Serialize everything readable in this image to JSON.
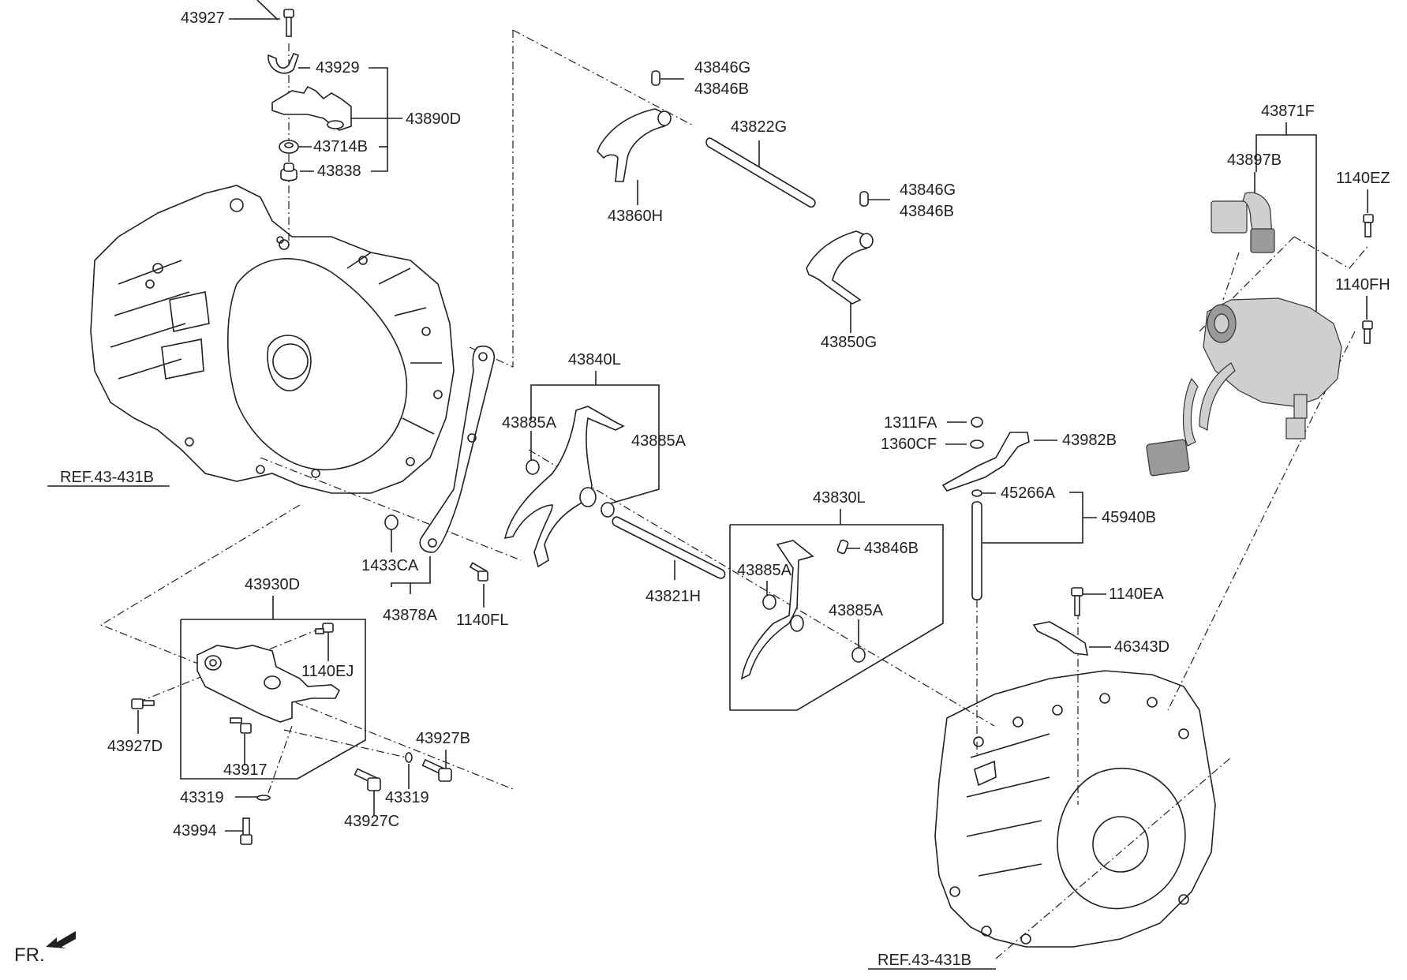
{
  "diagram": {
    "title": "Transaxle gear shift control parts",
    "ref_labels": {
      "case_left": "REF.43-431B",
      "case_right": "REF.43-431B"
    },
    "front_indicator": "FR.",
    "parts": {
      "p43927": "43927",
      "p43929": "43929",
      "p43890D": "43890D",
      "p43714B": "43714B",
      "p43838": "43838",
      "p43846G_1": "43846G",
      "p43846B_1": "43846B",
      "p43822G": "43822G",
      "p43860H": "43860H",
      "p43846G_2": "43846G",
      "p43846B_2": "43846B",
      "p43850G": "43850G",
      "p43871F": "43871F",
      "p43897B": "43897B",
      "p1140EZ": "1140EZ",
      "p1140FH": "1140FH",
      "p43840L": "43840L",
      "p43885A_1": "43885A",
      "p43885A_2": "43885A",
      "p1311FA": "1311FA",
      "p1360CF": "1360CF",
      "p43982B": "43982B",
      "p45266A": "45266A",
      "p45940B": "45940B",
      "p43830L": "43830L",
      "p43846B_3": "43846B",
      "p43885A_3": "43885A",
      "p43885A_4": "43885A",
      "p43821H": "43821H",
      "p1433CA": "1433CA",
      "p43878A": "43878A",
      "p1140FL": "1140FL",
      "p43930D": "43930D",
      "p1140EJ": "1140EJ",
      "p43927D": "43927D",
      "p43917": "43917",
      "p43927B": "43927B",
      "p43319_1": "43319",
      "p43319_2": "43319",
      "p43927C": "43927C",
      "p43994": "43994",
      "p1140EA": "1140EA",
      "p46343D": "46343D"
    }
  }
}
